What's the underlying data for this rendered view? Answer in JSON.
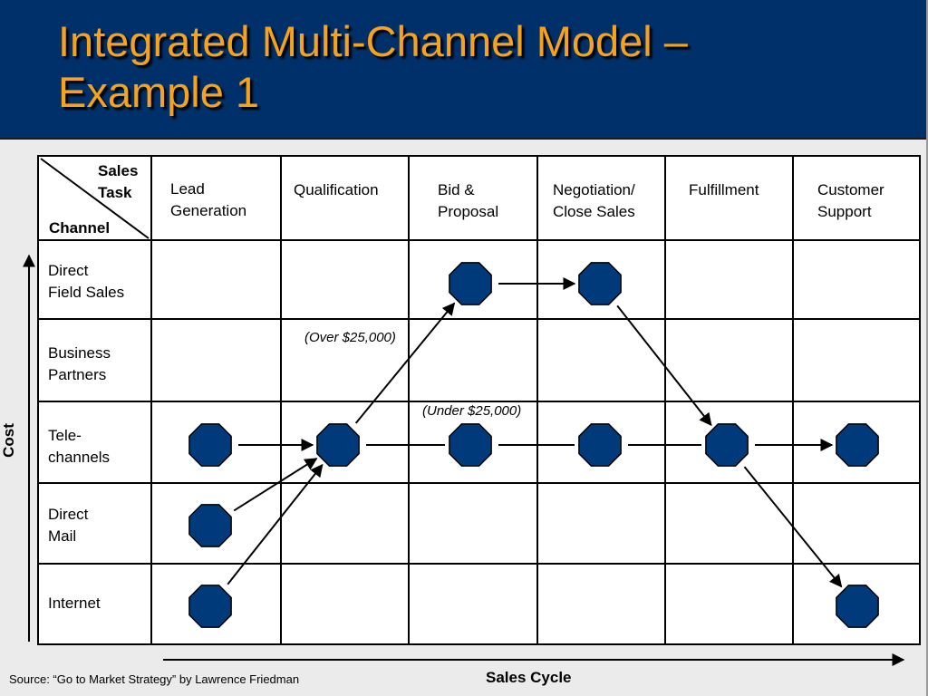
{
  "title": "Integrated Multi-Channel Model –\nExample 1",
  "corner": {
    "top": "Sales\nTask",
    "bottom": "Channel"
  },
  "tasks": [
    "Lead\nGeneration",
    "Qualification",
    "Bid &\nProposal",
    "Negotiation/\nClose Sales",
    "Fulfillment",
    "Customer\nSupport"
  ],
  "channels": [
    "Direct\nField Sales",
    "Business\nPartners",
    "Tele-\nchannels",
    "Direct\nMail",
    "Internet"
  ],
  "annotations": {
    "over": "(Over $25,000)",
    "under": "(Under $25,000)"
  },
  "axes": {
    "y_label": "Cost",
    "x_label": "Sales Cycle"
  },
  "source": "Source: “Go to Market Strategy” by Lawrence Friedman",
  "colors": {
    "header_bg": "#00306a",
    "title": "#f5a21c",
    "node_fill": "#003a7a",
    "node_stroke": "#000000"
  },
  "nodes": [
    {
      "id": "lead-tele",
      "task": 0,
      "channel": 2
    },
    {
      "id": "lead-mail",
      "task": 0,
      "channel": 3
    },
    {
      "id": "lead-internet",
      "task": 0,
      "channel": 4
    },
    {
      "id": "qual-tele",
      "task": 1,
      "channel": 2
    },
    {
      "id": "bid-field",
      "task": 2,
      "channel": 0
    },
    {
      "id": "bid-tele",
      "task": 2,
      "channel": 2
    },
    {
      "id": "neg-field",
      "task": 3,
      "channel": 0
    },
    {
      "id": "neg-tele",
      "task": 3,
      "channel": 2
    },
    {
      "id": "ful-tele",
      "task": 4,
      "channel": 2
    },
    {
      "id": "sup-tele",
      "task": 5,
      "channel": 2
    },
    {
      "id": "sup-internet",
      "task": 5,
      "channel": 4
    }
  ],
  "edges": [
    {
      "from": "lead-tele",
      "to": "qual-tele",
      "arrow": true
    },
    {
      "from": "lead-mail",
      "to": "qual-tele",
      "arrow": true
    },
    {
      "from": "lead-internet",
      "to": "qual-tele",
      "arrow": true
    },
    {
      "from": "qual-tele",
      "to": "bid-field",
      "arrow": true
    },
    {
      "from": "qual-tele",
      "to": "bid-tele",
      "arrow": false
    },
    {
      "from": "bid-field",
      "to": "neg-field",
      "arrow": true
    },
    {
      "from": "bid-tele",
      "to": "neg-tele",
      "arrow": false
    },
    {
      "from": "neg-tele",
      "to": "ful-tele",
      "arrow": false
    },
    {
      "from": "neg-field",
      "to": "ful-tele",
      "arrow": true
    },
    {
      "from": "ful-tele",
      "to": "sup-tele",
      "arrow": true
    },
    {
      "from": "ful-tele",
      "to": "sup-internet",
      "arrow": true
    }
  ]
}
